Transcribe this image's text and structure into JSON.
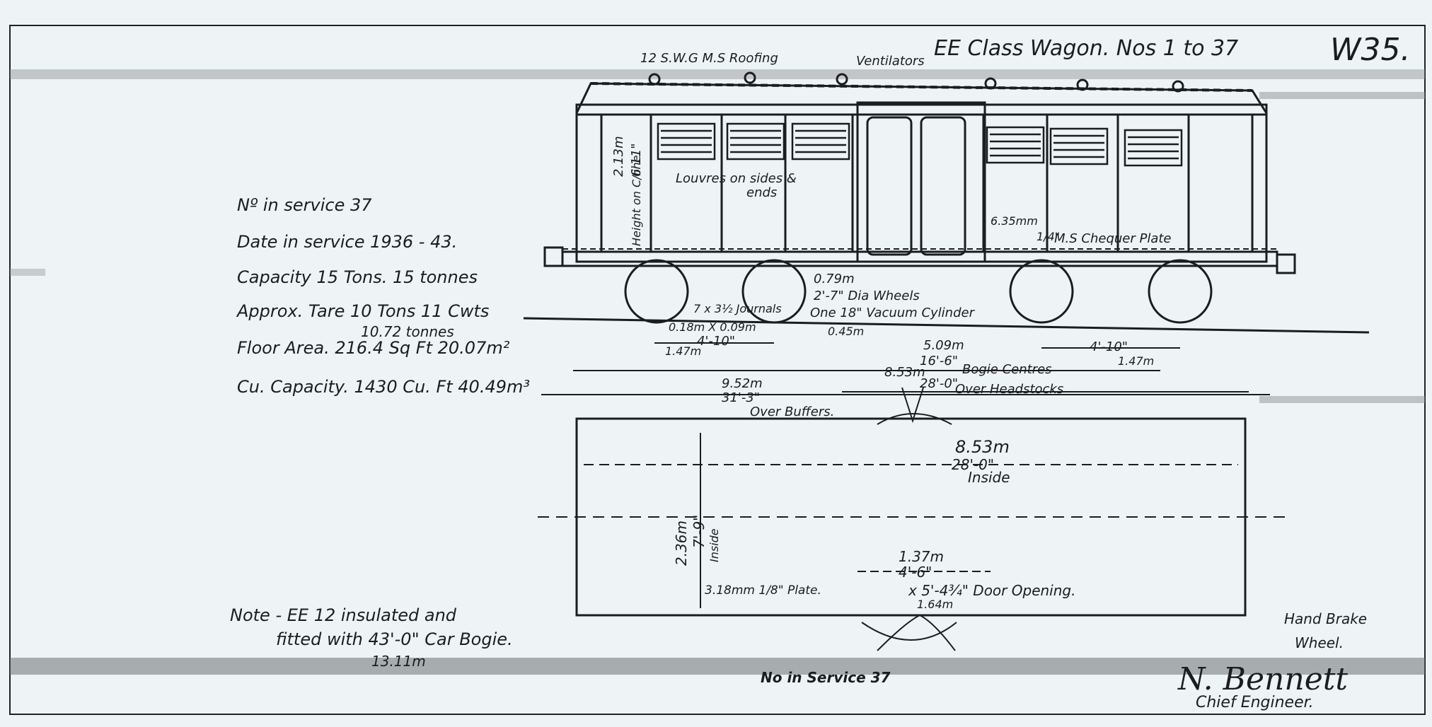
{
  "sheet": {
    "number": "W35.",
    "title": "EE Class Wagon. Nos 1 to 37"
  },
  "specs": {
    "in_service": "Nº in service  37",
    "date": "Date in service  1936 - 43.",
    "capacity": "Capacity  15 Tons.  15 tonnes",
    "tare": "Approx. Tare  10 Tons 11 Cwts",
    "tare_metric": "10.72 tonnes",
    "floor_area": "Floor Area.  216.4  Sq Ft  20.07m²",
    "cu_capacity": "Cu. Capacity.  1430 Cu. Ft  40.49m³"
  },
  "note": {
    "line1": "Note - EE 12 insulated and",
    "line2": "fitted with  43'-0\"  Car Bogie.",
    "metric": "13.11m"
  },
  "side_labels": {
    "roofing": "12 S.W.G  M.S Roofing",
    "ventilators": "Ventilators",
    "louvres1": "Louvres on sides &",
    "louvres2": "ends",
    "height_m": "2.13m",
    "height_imp": "6'11\"",
    "height_note": "Height on C/line",
    "plate_mm": "6.35mm",
    "plate_frac": "1/4\"",
    "chequer": "M.S Chequer Plate",
    "wheel_m": "0.79m",
    "wheel_imp": "2'-7\" Dia Wheels",
    "vacuum": "One 18\" Vacuum Cylinder",
    "journals": "7 x 3½ Journals",
    "journal_m": "0.18m X 0.09m",
    "wb_imp_left": "4'-10\"",
    "wb_m_left": "1.47m",
    "cyl_m": "0.45m",
    "wb_imp_right": "4'-10\"",
    "wb_m_right": "1.47m",
    "bogie_m": "5.09m",
    "bogie_imp": "16'-6\"",
    "bogie_label": "Bogie Centres",
    "buffers_m": "9.52m",
    "buffers_imp": "31'-3\"",
    "buffers_label": "Over Buffers.",
    "headstocks_m": "8.53m",
    "headstocks_imp": "28'-0\"",
    "headstocks_label": "Over Headstocks"
  },
  "plan_labels": {
    "inside_len_m": "8.53m",
    "inside_len_imp": "28'-0\"",
    "inside_len_label": "Inside",
    "width_m": "2.36m",
    "width_imp": "7'-9\"",
    "width_label": "Inside",
    "plate": "3.18mm  1/8\"  Plate.",
    "door_m": "1.37m",
    "door_imp": "4'-6\"",
    "door_height": "x 5'-4¾\"  Door Opening.",
    "door_height_m": "1.64m",
    "hand_brake1": "Hand Brake",
    "hand_brake2": "Wheel."
  },
  "footer": {
    "service": "No in Service 37",
    "signature": "N. Bennett",
    "role": "Chief Engineer."
  }
}
